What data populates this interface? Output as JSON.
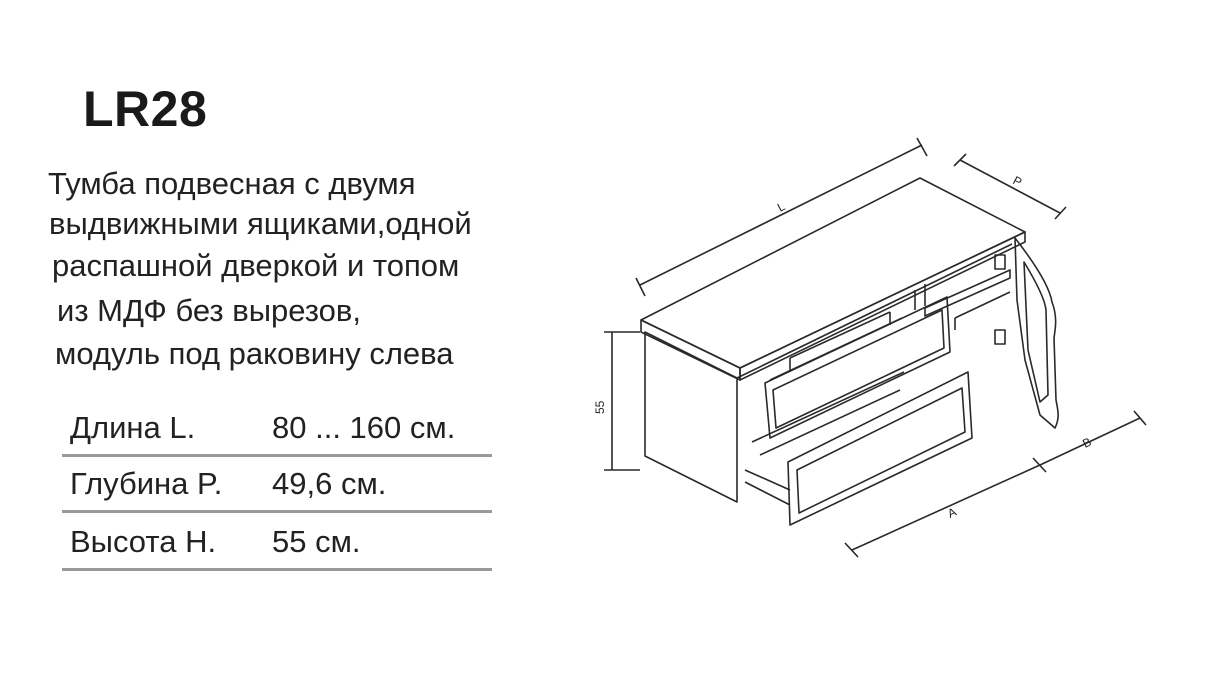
{
  "product": {
    "model": "LR28",
    "description_lines": [
      "Тумба подвесная с двумя",
      "выдвижными ящиками,одной",
      "распашной дверкой и топом",
      "из МДФ без вырезов,",
      "модуль под раковину слева"
    ]
  },
  "specs": [
    {
      "label": "Длина L.",
      "value": "80 ... 160 см."
    },
    {
      "label": "Глубина P.",
      "value": "49,6 см."
    },
    {
      "label": "Высота H.",
      "value": "55 см."
    }
  ],
  "drawing": {
    "labels": {
      "length": "L",
      "depth": "P",
      "height": "55",
      "dim_a": "A",
      "dim_b": "B"
    }
  }
}
